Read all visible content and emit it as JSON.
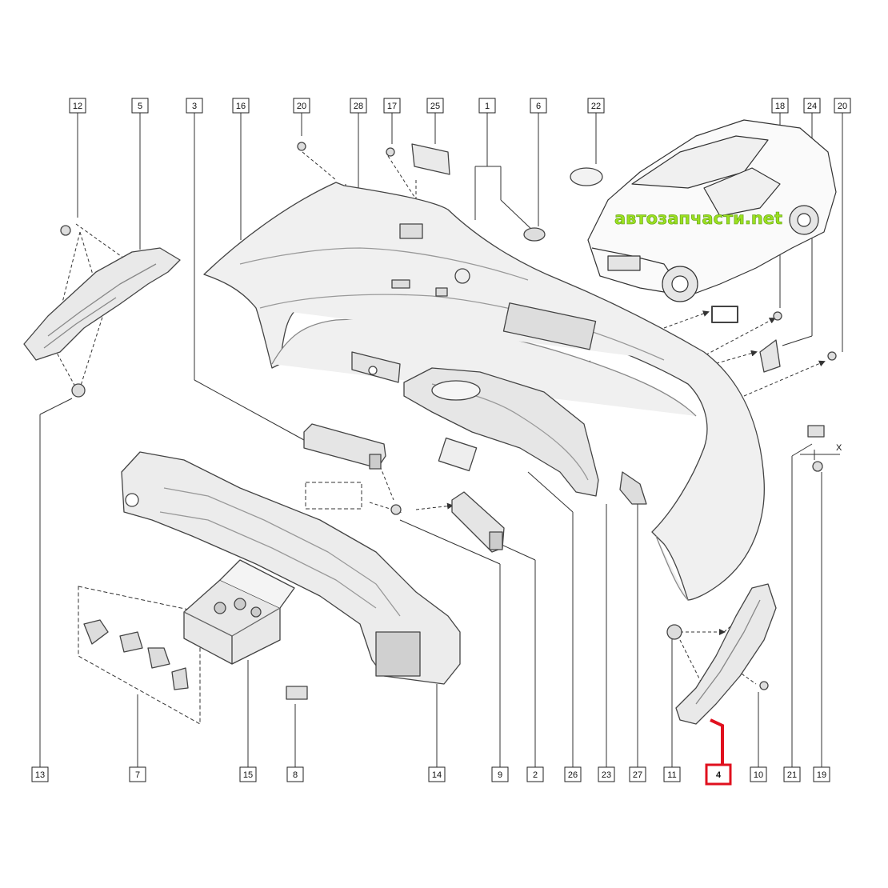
{
  "watermark": "автозапчасти.net",
  "highlight_color": "#e0101e",
  "callouts_top": [
    "12",
    "5",
    "3",
    "16",
    "20",
    "28",
    "17",
    "25",
    "1",
    "6",
    "22",
    "18",
    "24",
    "20"
  ],
  "callouts_bottom": [
    "13",
    "7",
    "15",
    "8",
    "14",
    "9",
    "2",
    "26",
    "23",
    "27",
    "11",
    "4",
    "10",
    "21",
    "19"
  ],
  "highlighted_part": "4",
  "axis_marker": "X"
}
